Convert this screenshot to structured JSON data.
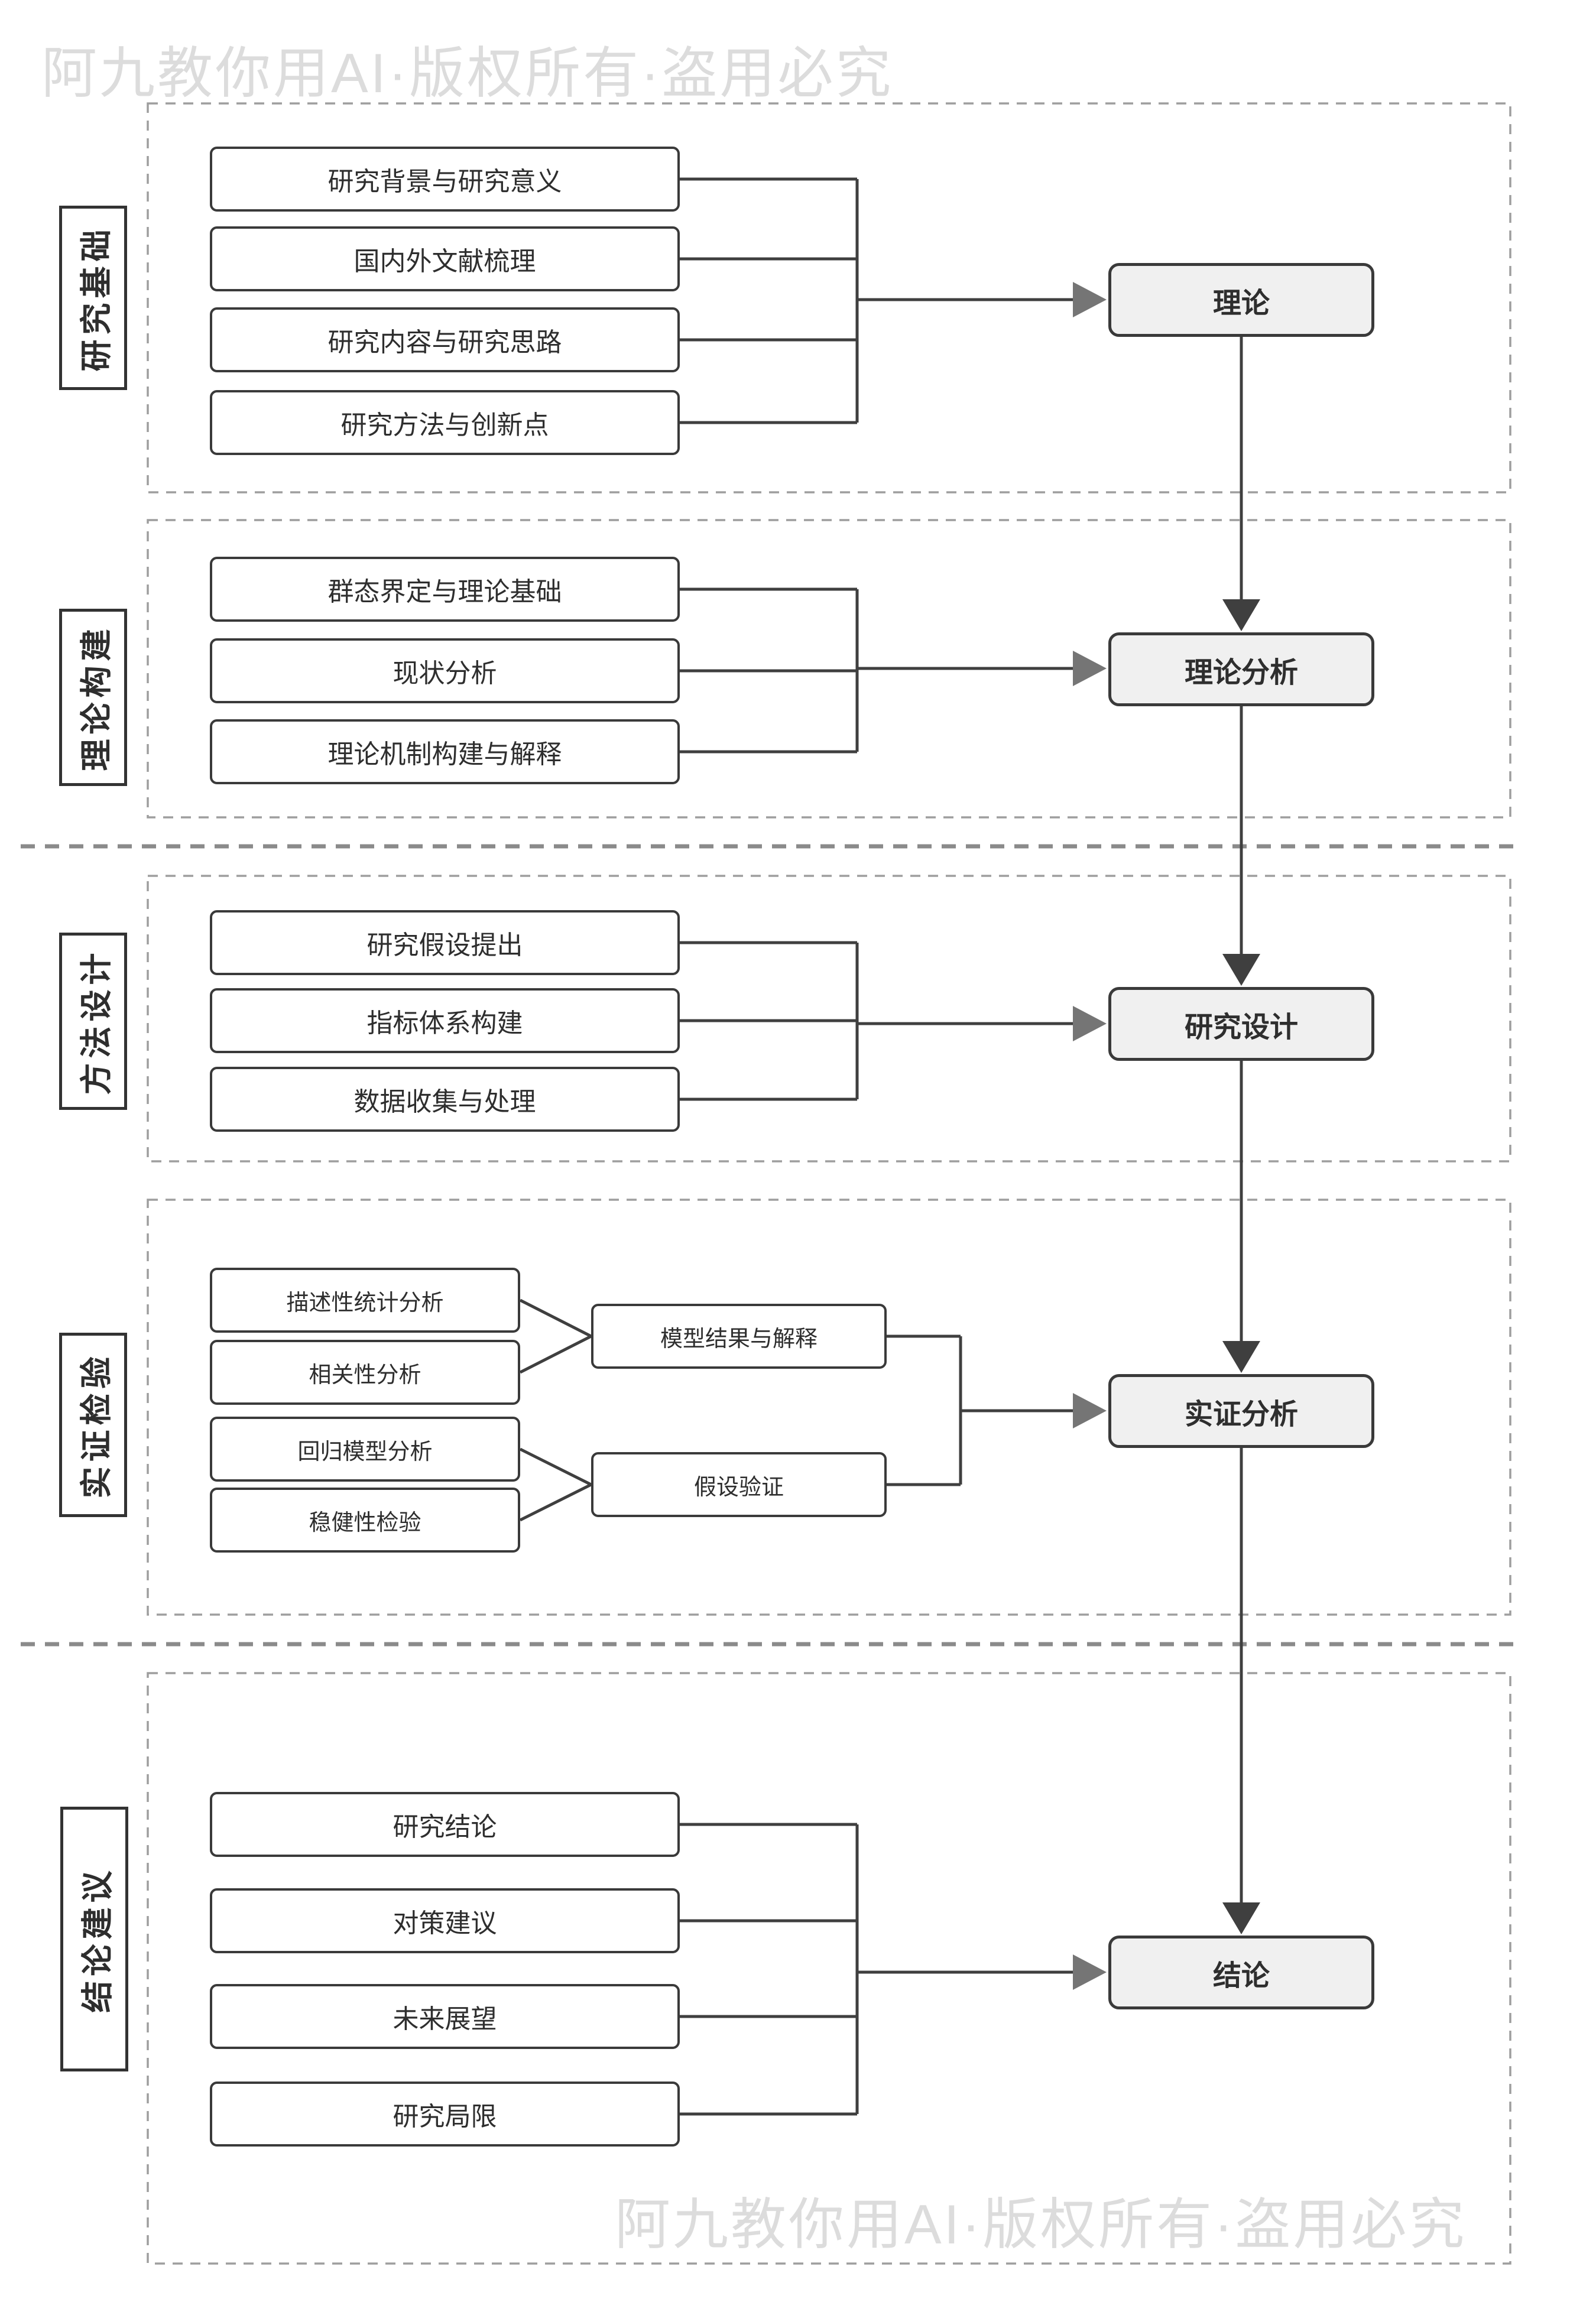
{
  "watermark": {
    "text": "阿九教你用AI·版权所有·盗用必究"
  },
  "flow_nodes": [
    {
      "label": "理论"
    },
    {
      "label": "理论分析"
    },
    {
      "label": "研究设计"
    },
    {
      "label": "实证分析"
    },
    {
      "label": "结论"
    }
  ],
  "sections": [
    {
      "label": "研究基础",
      "items": [
        "研究背景与研究意义",
        "国内外文献梳理",
        "研究内容与研究思路",
        "研究方法与创新点"
      ]
    },
    {
      "label": "理论构建",
      "items": [
        "群态界定与理论基础",
        "现状分析",
        "理论机制构建与解释"
      ]
    },
    {
      "label": "方法设计",
      "items": [
        "研究假设提出",
        "指标体系构建",
        "数据收集与处理"
      ]
    },
    {
      "label": "实证检验",
      "items": [
        "描述性统计分析",
        "相关性分析",
        "回归模型分析",
        "稳健性检验"
      ],
      "intermediate": [
        "模型结果与解释",
        "假设验证"
      ]
    },
    {
      "label": "结论建议",
      "items": [
        "研究结论",
        "对策建议",
        "未来展望",
        "研究局限"
      ]
    }
  ]
}
